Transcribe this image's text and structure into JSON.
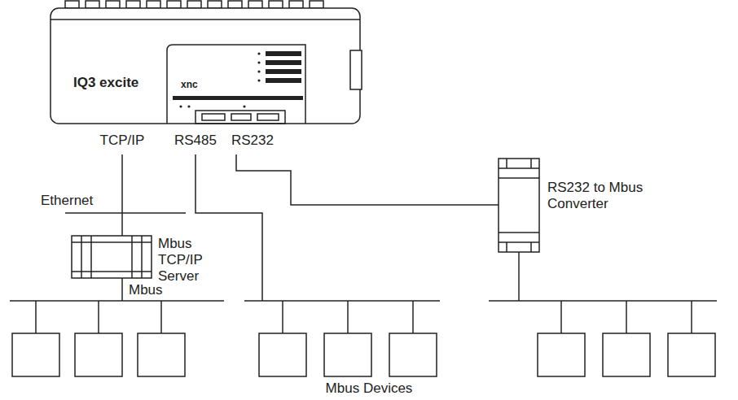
{
  "diagram": {
    "nodes": [
      {
        "text": [
          "IQ3 excite",
          "xnc",
          "TCP/IP",
          "RS485",
          "RS232"
        ]
      },
      {
        "text": [
          "Mbus TCP/IP Server"
        ]
      },
      {
        "text": [
          "RS232 to Mbus Converter"
        ]
      }
    ],
    "edges": [
      {
        "from": 0,
        "to": 1,
        "arrow": "none"
      },
      {
        "from": 0,
        "to": 2,
        "arrow": "none"
      }
    ],
    "labels": [
      "Ethernet",
      "Mbus",
      "Mbus Devices"
    ]
  }
}
